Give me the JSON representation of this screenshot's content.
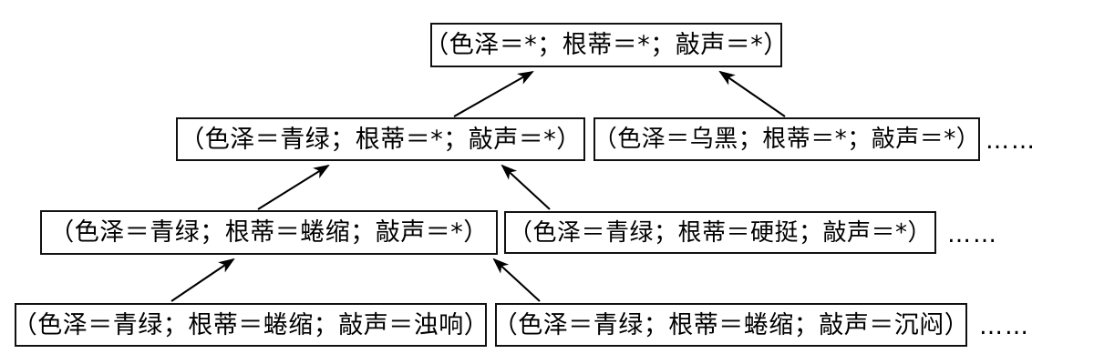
{
  "diagram": {
    "title": "version-space-hypothesis-generalization-lattice",
    "levels": [
      {
        "level": 1,
        "nodes": [
          {
            "id": "top",
            "text": "（色泽＝*；根蒂＝*；敲声＝*）"
          }
        ],
        "ellipsis": null
      },
      {
        "level": 2,
        "nodes": [
          {
            "id": "r2-left",
            "text": "（色泽＝青绿；根蒂＝*；敲声＝*）"
          },
          {
            "id": "r2-right",
            "text": "（色泽＝乌黑；根蒂＝*；敲声＝*）"
          }
        ],
        "ellipsis": "……"
      },
      {
        "level": 3,
        "nodes": [
          {
            "id": "r3-left",
            "text": "（色泽＝青绿；根蒂＝蜷缩；敲声＝*）"
          },
          {
            "id": "r3-right",
            "text": "（色泽＝青绿；根蒂＝硬挺；敲声＝*）"
          }
        ],
        "ellipsis": "……"
      },
      {
        "level": 4,
        "nodes": [
          {
            "id": "r4-left",
            "text": "（色泽＝青绿；根蒂＝蜷缩；敲声＝浊响）"
          },
          {
            "id": "r4-right",
            "text": "（色泽＝青绿；根蒂＝蜷缩；敲声＝沉闷）"
          }
        ],
        "ellipsis": "……"
      }
    ],
    "edges": [
      {
        "from": "r2-left",
        "to": "top",
        "direction": "up"
      },
      {
        "from": "r2-right",
        "to": "top",
        "direction": "up"
      },
      {
        "from": "r3-left",
        "to": "r2-left",
        "direction": "up"
      },
      {
        "from": "r3-right",
        "to": "r2-left",
        "direction": "up"
      },
      {
        "from": "r4-left",
        "to": "r3-left",
        "direction": "up"
      },
      {
        "from": "r4-right",
        "to": "r3-left",
        "direction": "up"
      }
    ],
    "colors": {
      "background": "#ffffff",
      "border": "#111111",
      "text": "#000000",
      "edge": "#000000"
    }
  }
}
